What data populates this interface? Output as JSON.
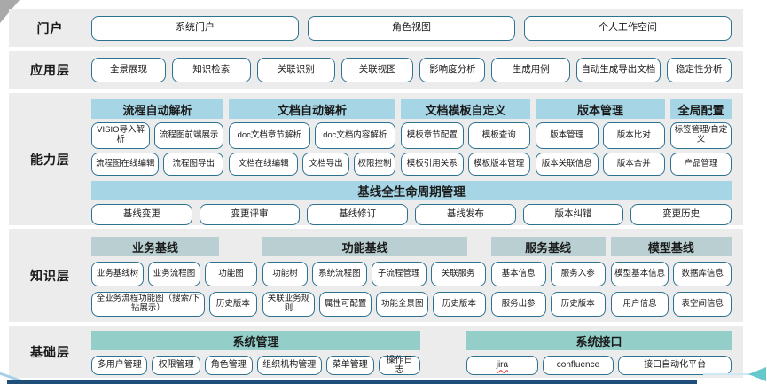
{
  "colors": {
    "band-bg": "#ececec",
    "btn-border": "#2e7291",
    "header-blue": "#a6d6e5",
    "header-gray": "#b9cfd1",
    "header-teal": "#93cec8",
    "text": "#1a1a1a",
    "bar-navy": "#1f4e79",
    "arrow-teal": "#66c9ce",
    "line-blue": "#a9cfe8",
    "misspell-red": "#e03131"
  },
  "layers": [
    {
      "id": "portal",
      "label": "门户",
      "buttons": [
        "系统门户",
        "角色视图",
        "个人工作空间"
      ]
    },
    {
      "id": "app",
      "label": "应用层",
      "buttons": [
        "全景展现",
        "知识检索",
        "关联识别",
        "关联视图",
        "影响度分析",
        "生成用例",
        "自动生成导出文档",
        "稳定性分析"
      ]
    },
    {
      "id": "capability",
      "label": "能力层",
      "groups": [
        {
          "header": "流程自动解析",
          "rows": [
            [
              "VISIO导入解析",
              "流程图前端展示"
            ],
            [
              "流程图在线编辑",
              "流程图导出"
            ]
          ]
        },
        {
          "header": "文档自动解析",
          "rows": [
            [
              "doc文档章节解析",
              "doc文档内容解析"
            ],
            [
              "文档在线编辑",
              "文档导出",
              "权限控制"
            ]
          ]
        },
        {
          "header": "文档模板自定义",
          "rows": [
            [
              "模板章节配置",
              "模板查询"
            ],
            [
              "模板引用关系",
              "模板版本管理"
            ]
          ]
        },
        {
          "header": "版本管理",
          "rows": [
            [
              "版本管理",
              "版本比对"
            ],
            [
              "版本关联信息",
              "版本合并"
            ]
          ]
        },
        {
          "header": "全局配置",
          "rows": [
            [
              "标签管理/自定义"
            ],
            [
              "产品管理"
            ]
          ]
        }
      ],
      "wide_group": {
        "header": "基线全生命周期管理",
        "buttons": [
          "基线变更",
          "变更评审",
          "基线修订",
          "基线发布",
          "版本纠错",
          "变更历史"
        ]
      }
    },
    {
      "id": "knowledge",
      "label": "知识层",
      "groups": [
        {
          "header": "业务基线",
          "rows": [
            [
              "业务基线树",
              "业务流程图",
              "功能图"
            ],
            [
              "全业务流程功能图（搜索/下钻展示）",
              "历史版本"
            ]
          ]
        },
        {
          "header": "功能基线",
          "rows": [
            [
              "功能树",
              "系统流程图",
              "子流程管理",
              "关联服务"
            ],
            [
              "关联业务规则",
              "属性可配置",
              "功能全景图",
              "历史版本"
            ]
          ]
        },
        {
          "header": "服务基线",
          "rows": [
            [
              "基本信息",
              "服务入参"
            ],
            [
              "服务出参",
              "历史版本"
            ]
          ]
        },
        {
          "header": "模型基线",
          "rows": [
            [
              "模型基本信息",
              "数据库信息"
            ],
            [
              "用户信息",
              "表空间信息"
            ]
          ]
        }
      ]
    },
    {
      "id": "base",
      "label": "基础层",
      "groups": [
        {
          "header": "系统管理",
          "rows": [
            [
              "多用户管理",
              "权限管理",
              "角色管理",
              "组织机构管理",
              "菜单管理",
              "操作日志"
            ]
          ]
        },
        {
          "header": "系统接口",
          "rows": [
            [
              {
                "label": "jira",
                "misspelled": true
              },
              "confluence",
              "接口自动化平台"
            ]
          ]
        }
      ]
    }
  ]
}
